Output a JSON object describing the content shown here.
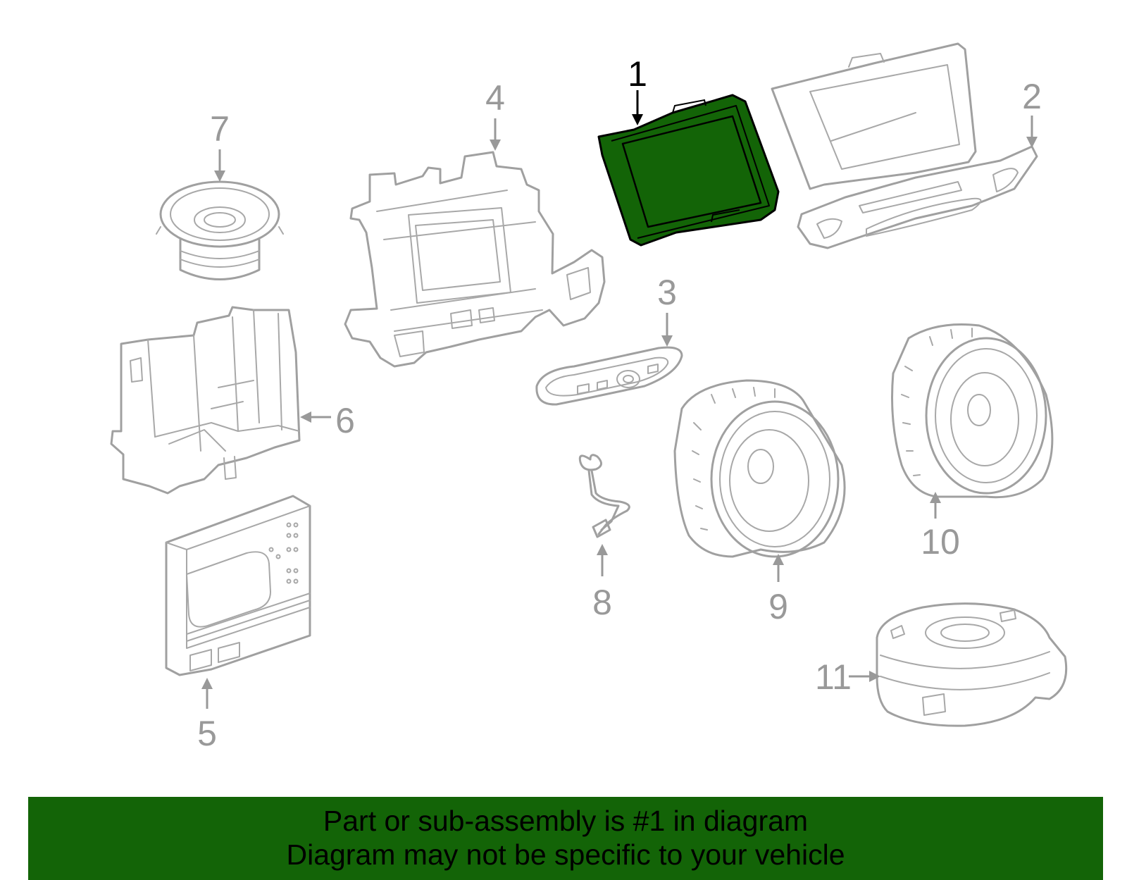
{
  "colors": {
    "highlight_fill": "#136407",
    "banner_background": "#136407",
    "part_outline": "#a0a0a0",
    "callout_inactive": "#999999",
    "callout_active": "#000000"
  },
  "callouts": [
    {
      "id": "1",
      "label": "1",
      "highlighted": true
    },
    {
      "id": "2",
      "label": "2",
      "highlighted": false
    },
    {
      "id": "3",
      "label": "3",
      "highlighted": false
    },
    {
      "id": "4",
      "label": "4",
      "highlighted": false
    },
    {
      "id": "5",
      "label": "5",
      "highlighted": false
    },
    {
      "id": "6",
      "label": "6",
      "highlighted": false
    },
    {
      "id": "7",
      "label": "7",
      "highlighted": false
    },
    {
      "id": "8",
      "label": "8",
      "highlighted": false
    },
    {
      "id": "9",
      "label": "9",
      "highlighted": false
    },
    {
      "id": "10",
      "label": "10",
      "highlighted": false
    },
    {
      "id": "11",
      "label": "11",
      "highlighted": false
    }
  ],
  "banner": {
    "line1": "Part or sub-assembly is #1 in diagram",
    "line2": "Diagram may not be specific to your vehicle"
  }
}
